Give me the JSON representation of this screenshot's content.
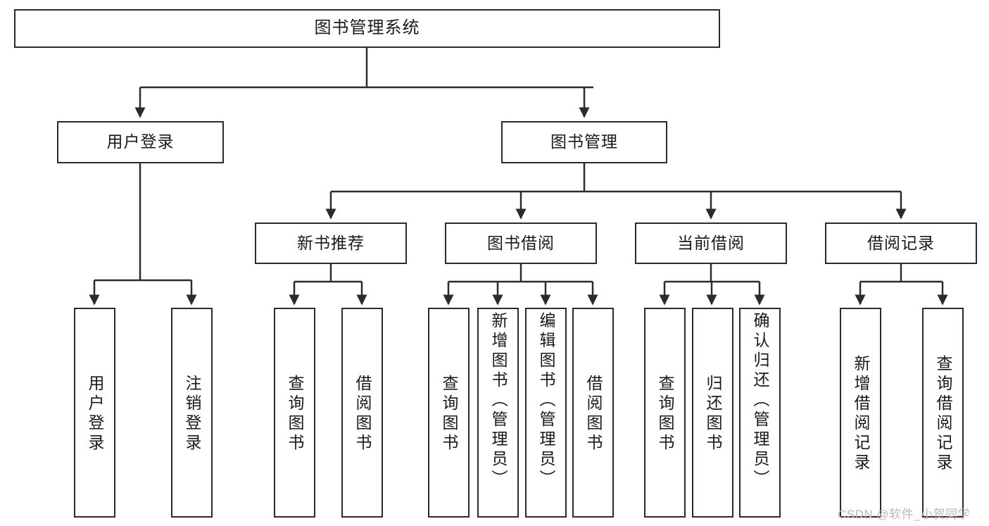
{
  "diagram": {
    "title": "图书管理系统",
    "type": "tree-hierarchy",
    "colors": {
      "border": "#2b2b2b",
      "fill": "#ffffff",
      "text": "#1a1a1a",
      "edge": "#2b2b2b",
      "watermark": "#b9b9b9"
    }
  },
  "nodes": {
    "root": {
      "label": "图书管理系统"
    },
    "level2": [
      {
        "label": "用户登录"
      },
      {
        "label": "图书管理"
      }
    ],
    "level3": [
      {
        "label": "新书推荐"
      },
      {
        "label": "图书借阅"
      },
      {
        "label": "当前借阅"
      },
      {
        "label": "借阅记录"
      }
    ],
    "leaves_user_login": [
      {
        "label": "用户登录"
      },
      {
        "label": "注销登录"
      }
    ],
    "leaves_new_book": [
      {
        "label": "查询图书"
      },
      {
        "label": "借阅图书"
      }
    ],
    "leaves_borrow": [
      {
        "label": "查询图书"
      },
      {
        "label": "新增图书（管理员）"
      },
      {
        "label": "编辑图书（管理员）"
      },
      {
        "label": "借阅图书"
      }
    ],
    "leaves_current": [
      {
        "label": "查询图书"
      },
      {
        "label": "归还图书"
      },
      {
        "label": "确认归还（管理员）"
      }
    ],
    "leaves_records": [
      {
        "label": "新增借阅记录"
      },
      {
        "label": "查询借阅记录"
      }
    ]
  },
  "watermark": {
    "text": "CSDN @软件_小贺同学"
  }
}
